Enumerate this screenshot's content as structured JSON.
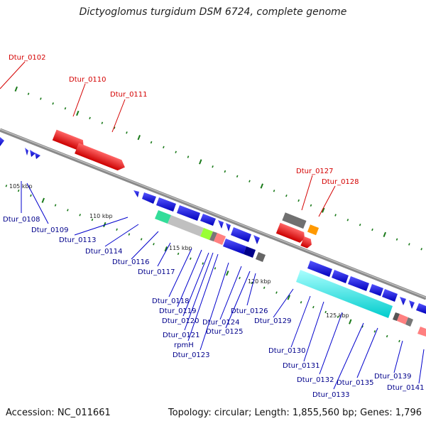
{
  "title": "Dictyoglomus turgidum DSM 6724, complete genome",
  "footer": {
    "accession": "Accession: NC_011661",
    "topology": "Topology: circular; Length: 1,855,560 bp; Genes: 1,796"
  },
  "kbp_labels": [
    "105 kbp",
    "110 kbp",
    "115 kbp",
    "120 kbp",
    "125 kbp"
  ],
  "top_gene_labels": [
    "Dtur_0102",
    "Dtur_0110",
    "Dtur_0111",
    "Dtur_0127",
    "Dtur_0128"
  ],
  "bottom_gene_labels": [
    "Dtur_0108",
    "Dtur_0109",
    "Dtur_0113",
    "Dtur_0114",
    "Dtur_0116",
    "Dtur_0117",
    "Dtur_0118",
    "Dtur_0119",
    "Dtur_0120",
    "Dtur_0121",
    "rpmH",
    "Dtur_0123",
    "Dtur_0124",
    "Dtur_0125",
    "Dtur_0126",
    "Dtur_0129",
    "Dtur_0130",
    "Dtur_0131",
    "Dtur_0132",
    "Dtur_0133",
    "Dtur_0135",
    "Dtur_0139",
    "Dtur_0141"
  ],
  "colors": {
    "backbone": "#808080",
    "forward_gene": "#ff0000",
    "reverse_gene": "#0000ff",
    "rrna_block": "#00ffff",
    "tick": "#006400",
    "red_label": "#d40000",
    "blue_label": "#00008b"
  }
}
